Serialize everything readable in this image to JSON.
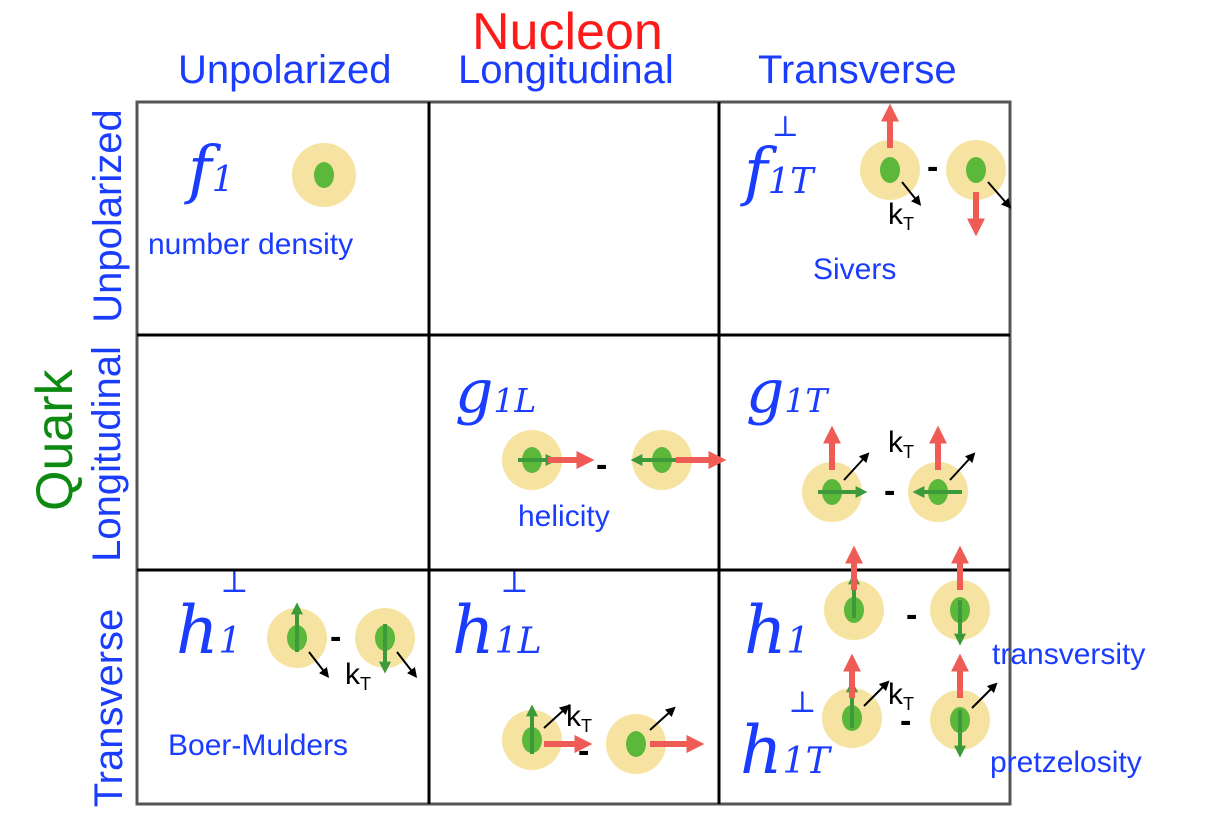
{
  "title_nucleon": "Nucleon",
  "title_quark": "Quark",
  "col_headers": [
    "Unpolarized",
    "Longitudinal",
    "Transverse"
  ],
  "row_headers": [
    "Unpolarized",
    "Longitudinal",
    "Transverse"
  ],
  "cells": {
    "uu": {
      "symbol": "f",
      "sub": "1",
      "sup": "",
      "caption": "number density"
    },
    "ut": {
      "symbol": "f",
      "sub": "1T",
      "sup": "⊥",
      "caption": "Sivers"
    },
    "ll": {
      "symbol": "g",
      "sub": "1L",
      "sup": "",
      "caption": "helicity"
    },
    "lt": {
      "symbol": "g",
      "sub": "1T",
      "sup": "",
      "caption": ""
    },
    "tu": {
      "symbol": "h",
      "sub": "1",
      "sup": "⊥",
      "caption": "Boer-Mulders"
    },
    "tl": {
      "symbol": "h",
      "sub": "1L",
      "sup": "⊥",
      "caption": ""
    },
    "tt_a": {
      "symbol": "h",
      "sub": "1",
      "sup": "",
      "caption": "transversity"
    },
    "tt_b": {
      "symbol": "h",
      "sub": "1T",
      "sup": "⊥",
      "caption": "pretzelosity"
    }
  },
  "minus_sign": "-",
  "kt_label": "k",
  "kt_sub": "T",
  "colors": {
    "header": "#1a3cff",
    "nucleon": "#ff1a1a",
    "quark": "#0d8a12",
    "halo": "#f7e3a1",
    "core": "#5cb83a",
    "nucleon_arrow": "#ef5b55",
    "quark_arrow": "#3c9a3a"
  }
}
